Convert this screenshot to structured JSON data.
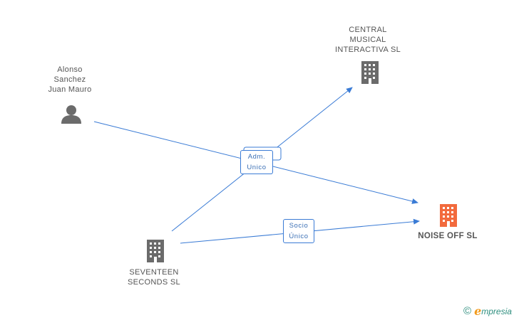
{
  "nodes": {
    "alonso": {
      "lines": [
        "Alonso",
        "Sanchez",
        "Juan Mauro"
      ],
      "icon": "person-icon"
    },
    "central": {
      "lines": [
        "CENTRAL",
        "MUSICAL",
        "INTERACTIVA SL"
      ],
      "icon": "building-icon"
    },
    "noise": {
      "lines": [
        "NOISE OFF SL"
      ],
      "icon": "building-icon"
    },
    "seventeen": {
      "lines": [
        "SEVENTEEN",
        "SECONDS SL"
      ],
      "icon": "building-icon"
    }
  },
  "edge_labels": {
    "adm": [
      "Adm.",
      "Unico"
    ],
    "socio": [
      "Socio",
      "Único"
    ]
  },
  "colors": {
    "edge": "#3a7bd5",
    "node_gray": "#666666",
    "node_highlight": "#f26a3d"
  },
  "watermark": {
    "copyright": "©",
    "brand_initial": "e",
    "brand_rest": "mpresia"
  }
}
